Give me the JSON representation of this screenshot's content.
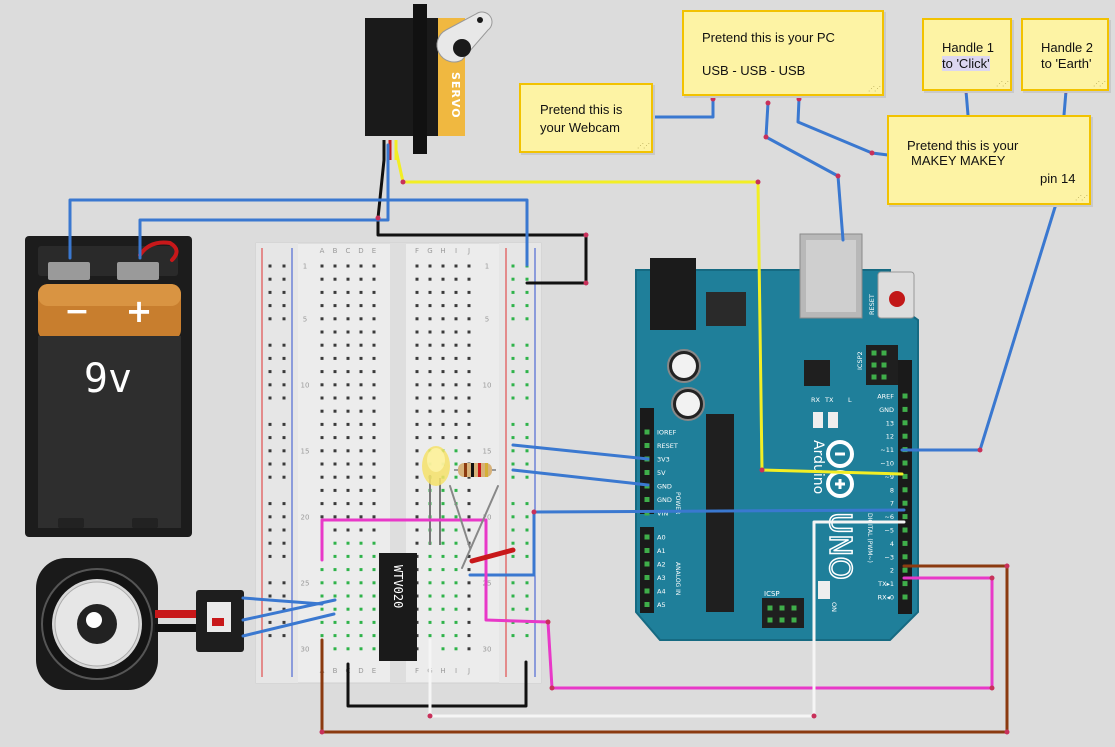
{
  "notes": {
    "pc": {
      "line1": "Pretend this is your PC",
      "line2": "USB  -  USB  -  USB"
    },
    "webcam": {
      "line1": "Pretend this is",
      "line2": "your Webcam"
    },
    "makey": {
      "line1": "Pretend this is your",
      "line2": "MAKEY MAKEY",
      "line3": "pin 14"
    },
    "handle1": {
      "line1": "Handle 1",
      "line2": "to 'Click'"
    },
    "handle2": {
      "line1": "Handle 2",
      "line2": "to 'Earth'"
    }
  },
  "battery": {
    "minus": "−",
    "plus": "+",
    "label": "9v"
  },
  "servo": {
    "label": "SERVO"
  },
  "chip": {
    "label": "WTV020"
  },
  "breadboard": {
    "cols_left": [
      "A",
      "B",
      "C",
      "D",
      "E"
    ],
    "cols_right": [
      "F",
      "G",
      "H",
      "I",
      "J"
    ],
    "rows": [
      "1",
      "5",
      "10",
      "15",
      "20",
      "25",
      "30"
    ]
  },
  "arduino": {
    "reset": "RESET",
    "icsp2": "ICSP2",
    "icsp": "ICSP",
    "tx": "TX",
    "rx": "RX",
    "l": "L",
    "on": "ON",
    "brand": "Arduino",
    "model": "UNO",
    "power_header": "POWER",
    "analog_header": "ANALOG IN",
    "digital_header": "DIGITAL (PWM~)",
    "power_pins": [
      "IOREF",
      "RESET",
      "3V3",
      "5V",
      "GND",
      "GND",
      "VIN"
    ],
    "analog_pins": [
      "A0",
      "A1",
      "A2",
      "A3",
      "A4",
      "A5"
    ],
    "digital_pins": [
      "AREF",
      "GND",
      "13",
      "12",
      "~11",
      "~10",
      "~9",
      "8",
      "7",
      "~6",
      "~5",
      "4",
      "~3",
      "2",
      "TX▸1",
      "RX◂0"
    ]
  },
  "colors": {
    "wire_blue": "#3a78d0",
    "wire_yellow": "#f2ee24",
    "wire_black": "#111111",
    "wire_pink": "#e838c8",
    "wire_brown": "#8b3a10",
    "wire_white": "#f5f5f5",
    "wire_red": "#c8181a",
    "board_teal": "#1f7f9a",
    "note_yellow": "#fdf3a4"
  }
}
